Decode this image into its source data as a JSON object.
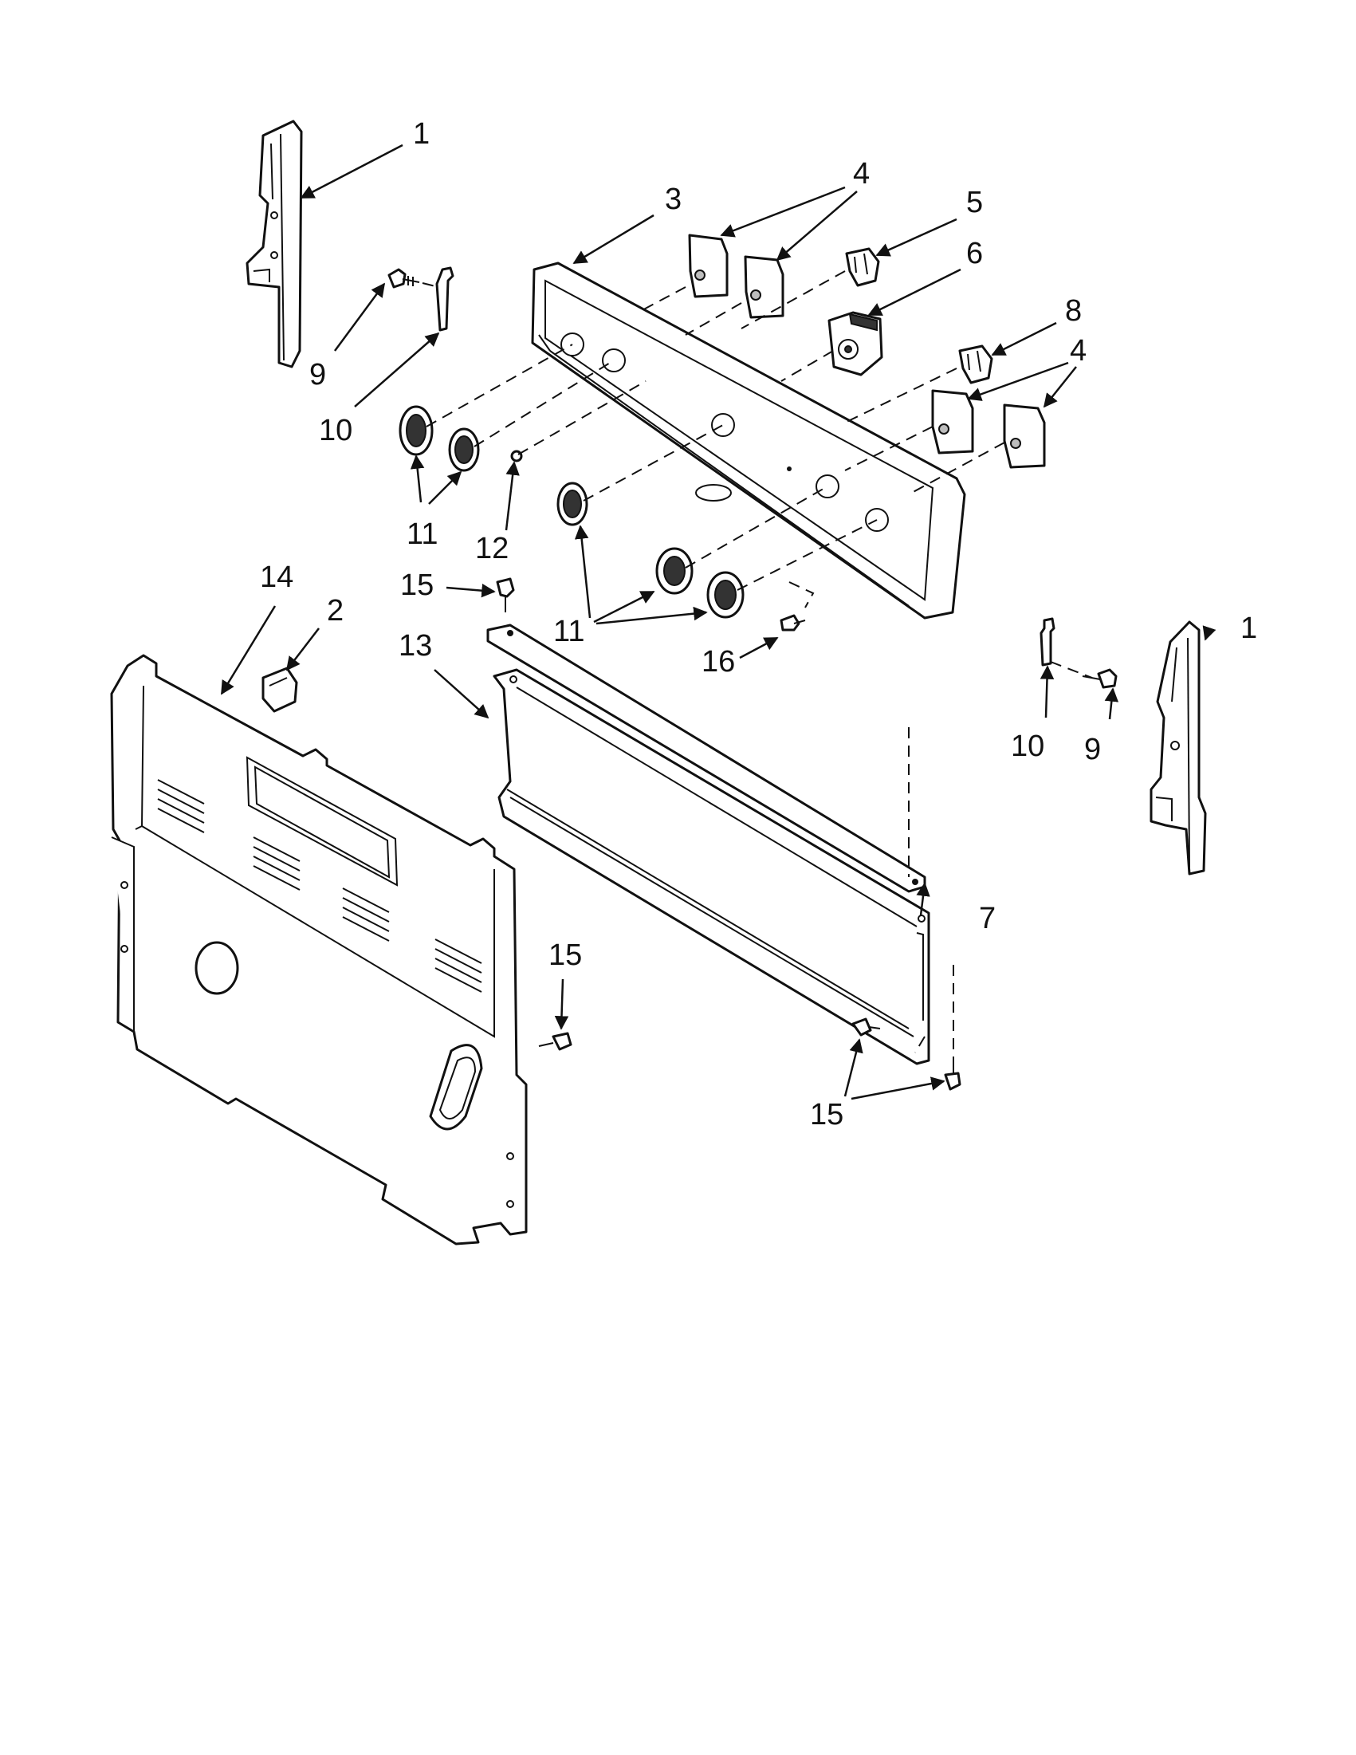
{
  "callouts": [
    {
      "id": "c1a",
      "text": "1"
    },
    {
      "id": "c1b",
      "text": "1"
    },
    {
      "id": "c2",
      "text": "2"
    },
    {
      "id": "c3",
      "text": "3"
    },
    {
      "id": "c4a",
      "text": "4"
    },
    {
      "id": "c4b",
      "text": "4"
    },
    {
      "id": "c5",
      "text": "5"
    },
    {
      "id": "c6",
      "text": "6"
    },
    {
      "id": "c7",
      "text": "7"
    },
    {
      "id": "c8",
      "text": "8"
    },
    {
      "id": "c9a",
      "text": "9"
    },
    {
      "id": "c9b",
      "text": "9"
    },
    {
      "id": "c10a",
      "text": "10"
    },
    {
      "id": "c10b",
      "text": "10"
    },
    {
      "id": "c11a",
      "text": "11"
    },
    {
      "id": "c11b",
      "text": "11"
    },
    {
      "id": "c12",
      "text": "12"
    },
    {
      "id": "c13",
      "text": "13"
    },
    {
      "id": "c14",
      "text": "14"
    },
    {
      "id": "c15a",
      "text": "15"
    },
    {
      "id": "c15b",
      "text": "15"
    },
    {
      "id": "c15c",
      "text": "15"
    },
    {
      "id": "c16",
      "text": "16"
    }
  ]
}
